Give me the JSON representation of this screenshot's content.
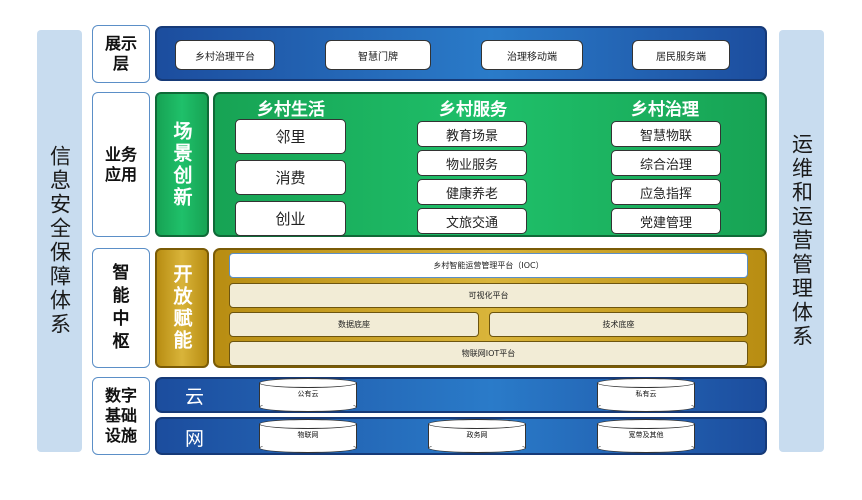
{
  "left_side": "信息安全保障体系",
  "right_side": "运维和运营管理体系",
  "layers": {
    "presentation": {
      "label": "展示层",
      "items": [
        "乡村治理平台",
        "智慧门牌",
        "治理移动端",
        "居民服务端"
      ]
    },
    "business": {
      "label": "业务应用",
      "tab": "场景创新",
      "columns": [
        {
          "title": "乡村生活",
          "items": [
            "邻里",
            "消费",
            "创业"
          ]
        },
        {
          "title": "乡村服务",
          "items": [
            "教育场景",
            "物业服务",
            "健康养老",
            "文旅交通"
          ]
        },
        {
          "title": "乡村治理",
          "items": [
            "智慧物联",
            "综合治理",
            "应急指挥",
            "党建管理"
          ]
        }
      ]
    },
    "hub": {
      "label": "智能中枢",
      "tab": "开放赋能",
      "ioc": "乡村智能运营管理平台（IOC）",
      "visual": "可视化平台",
      "data_center": "数据底座",
      "tech_center": "技术底座",
      "iot": "物联网IOT平台"
    },
    "infra": {
      "label": "数字基础设施",
      "cloud": {
        "name": "云",
        "items": [
          "公有云",
          "私有云"
        ]
      },
      "network": {
        "name": "网",
        "items": [
          "物联网",
          "政务网",
          "宽带及其他"
        ]
      }
    }
  },
  "colors": {
    "blue": "#1c4d9e",
    "green": "#17a354",
    "gold": "#b88d12",
    "side": "#c8dcef"
  }
}
